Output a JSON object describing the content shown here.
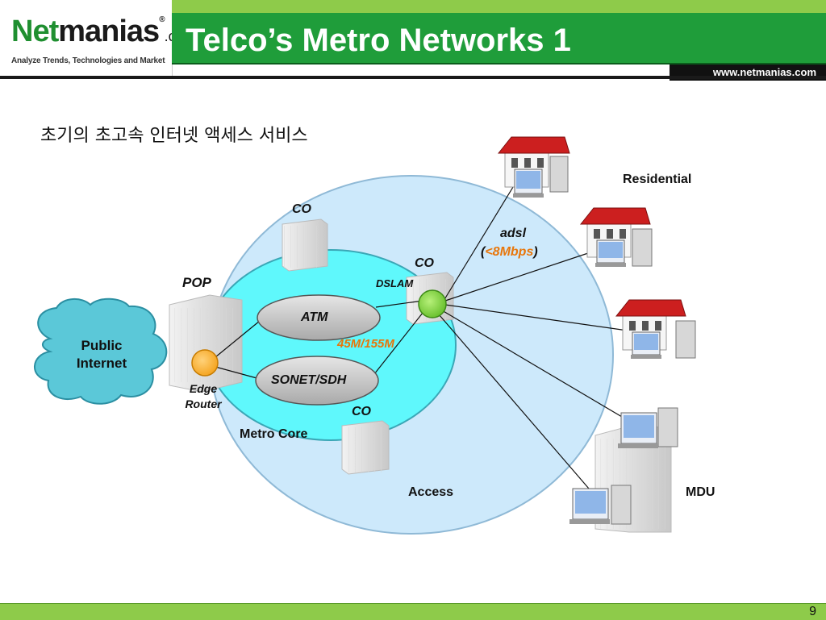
{
  "header": {
    "logo_brand_1": "Net",
    "logo_brand_2": "manias",
    "logo_reg": "®",
    "logo_dotcom": ".com",
    "logo_tagline": "Analyze Trends, Technologies and Market",
    "title": "Telco’s Metro Networks 1",
    "url": "www.netmanias.com"
  },
  "subtitle": "초기의 초고속 인터넷 액세스 서비스",
  "diagram": {
    "public_internet": [
      "Public",
      "Internet"
    ],
    "pop_label": "POP",
    "edge_router": [
      "Edge",
      "Router"
    ],
    "atm_label": "ATM",
    "sonet_label": "SONET/SDH",
    "co_top": "CO",
    "co_right": "CO",
    "co_bottom": "CO",
    "dslam_label": "DSLAM",
    "speed_label": "45M/155M",
    "metro_core_label": "Metro Core",
    "access_label": "Access",
    "adsl_label": "adsl",
    "adsl_speed": "<8Mbps",
    "residential_label": "Residential",
    "mdu_label": "MDU"
  },
  "colors": {
    "header_green": "#1f9d3a",
    "strip_green": "#8ecb4a",
    "access_fill": "#cde9fb",
    "metro_fill": "#5ff8fc",
    "cloud_fill": "#5bc8d8",
    "router_fill": "#f5a623",
    "dslam_fill": "#7ccc3a",
    "speed_orange": "#e8760a",
    "roof_red": "#cc1f1f"
  },
  "footer": {
    "page": "9"
  }
}
